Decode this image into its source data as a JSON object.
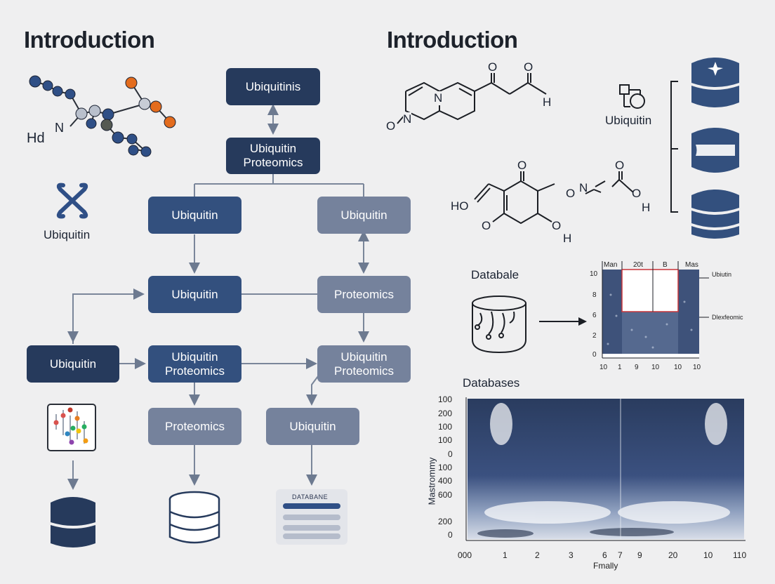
{
  "titles": {
    "left": "Introduction",
    "right": "Introduction"
  },
  "flow": {
    "b1": "Ubiquitinis",
    "b2": "Ubiquitin\nProteomics",
    "b3": "Ubiquitin",
    "b4": "Ubiquitin",
    "b5": "Ubiquitin",
    "b6": "Proteomics",
    "b7": "Ubiquitin",
    "b8": "Ubiquitin\nProteomics",
    "b9": "Ubiquitin\nProteomics",
    "b10": "Proteomics",
    "b11": "Ubiquitin"
  },
  "left_labels": {
    "molecule": "Hd",
    "n_atom": "N",
    "logo_label": "Ubiquitin"
  },
  "db_card": {
    "title": "DATABANE"
  },
  "chemistry": {
    "struct1": {
      "o_top1": "O",
      "o_top2": "O",
      "oh": "H",
      "n_ring": "N",
      "o_left": "O",
      "n_left": "N"
    },
    "struct2": {
      "o_top": "O",
      "ho": "HO",
      "o_bottom": "O",
      "oh": "O",
      "h": "H"
    },
    "struct3": {
      "o_n": "O",
      "n": "N",
      "o_top": "O",
      "oh": "O",
      "h": "H"
    },
    "ubiquitin_label": "Ubiquitin"
  },
  "database_label": "Databale",
  "databases_label": "Databases",
  "small_chart": {
    "header": [
      "Man",
      "20t",
      "B",
      "Mas"
    ],
    "y_ticks": [
      "10",
      "8",
      "6",
      "2",
      "0"
    ],
    "x_ticks": [
      "10",
      "1",
      "9",
      "10",
      "10",
      "10"
    ],
    "right_labels": [
      "Ubiutin",
      "Dlexfeomic"
    ]
  },
  "big_chart": {
    "ylabel": "Mastrommy",
    "xlabel": "Fmally",
    "y_ticks": [
      "100",
      "200",
      "100",
      "100",
      "0",
      "100",
      "400",
      "600",
      "200",
      "0"
    ],
    "x_ticks": [
      "000",
      "1",
      "2",
      "3",
      "6",
      "7",
      "9",
      "20",
      "10",
      "110"
    ]
  },
  "colors": {
    "navy": "#263a5c",
    "blue": "#33507e",
    "slate": "#75829c",
    "orange": "#e36c1e"
  }
}
